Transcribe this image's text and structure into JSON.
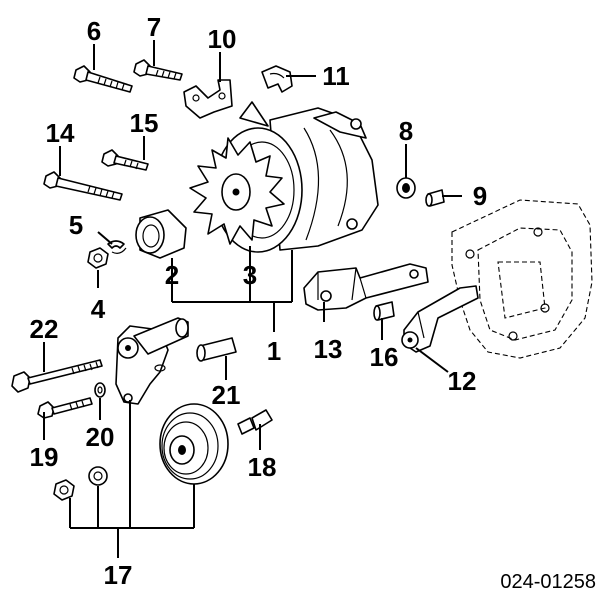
{
  "diagram": {
    "ref_number": "024-01258",
    "callouts": {
      "c1": "1",
      "c2": "2",
      "c3": "3",
      "c4": "4",
      "c5": "5",
      "c6": "6",
      "c7": "7",
      "c8": "8",
      "c9": "9",
      "c10": "10",
      "c11": "11",
      "c12": "12",
      "c13": "13",
      "c14": "14",
      "c15": "15",
      "c16": "16",
      "c17": "17",
      "c18": "18",
      "c19": "19",
      "c20": "20",
      "c21": "21",
      "c22": "22"
    }
  }
}
